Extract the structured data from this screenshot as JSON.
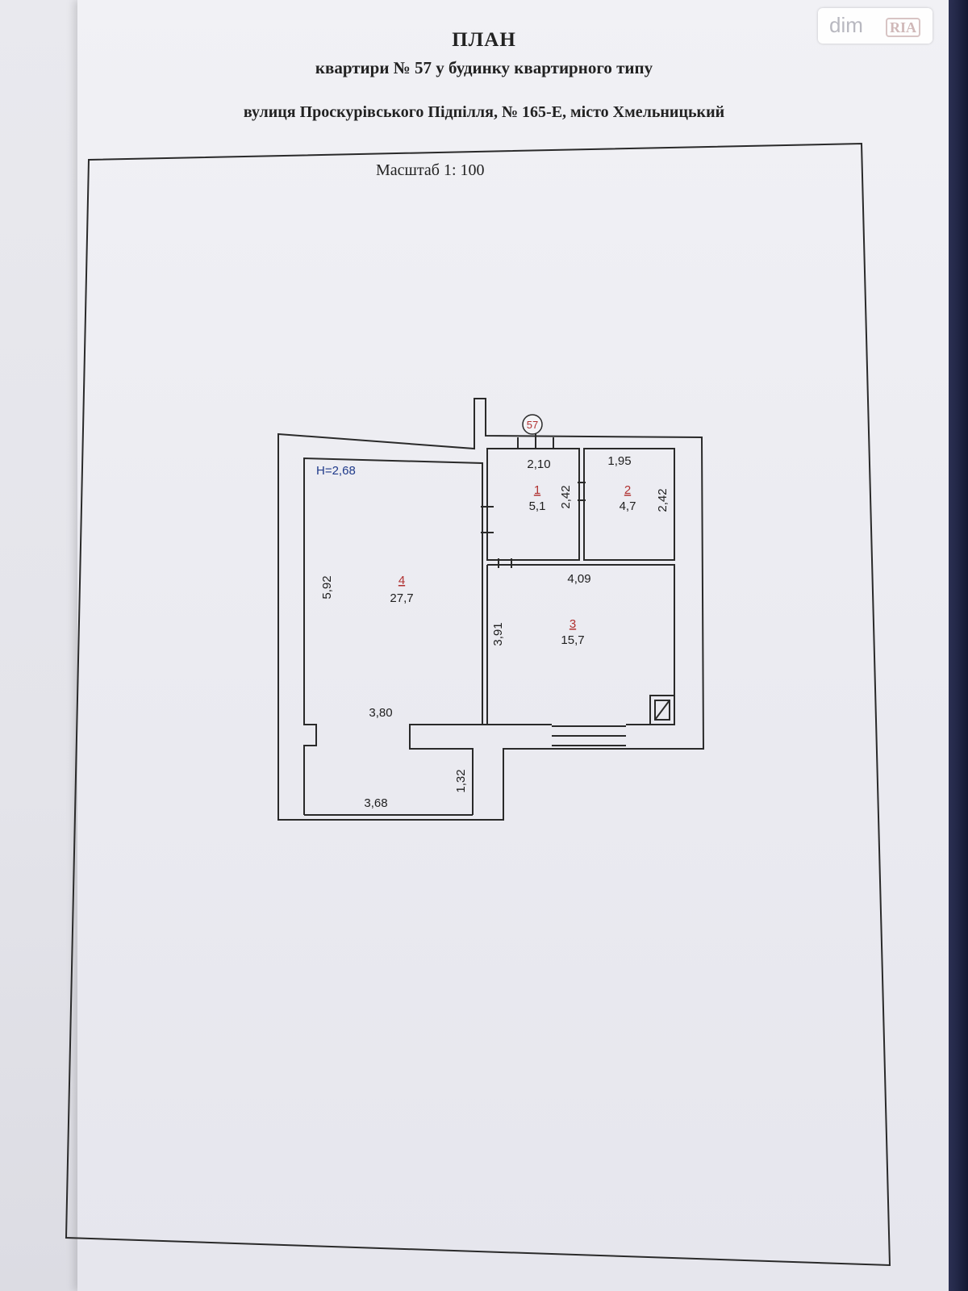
{
  "header": {
    "title": "ПЛАН",
    "subtitle": "квартири  № 57 у будинку квартирного типу",
    "address": "вулиця  Проскурівського Підпілля, № 165-Е, місто Хмельницький"
  },
  "scale_label": "Масштаб 1: 100",
  "watermark": {
    "text_dim": "dim",
    "text_ria": "RIA"
  },
  "plan": {
    "apartment_no": "57",
    "ceiling_height": "H=2,68",
    "rooms": [
      {
        "number": "1",
        "area": "5,1"
      },
      {
        "number": "2",
        "area": "4,7"
      },
      {
        "number": "3",
        "area": "15,7"
      },
      {
        "number": "4",
        "area": "27,7"
      }
    ],
    "dimensions": {
      "room1_width": "2,10",
      "room1_height": "2,42",
      "room2_width": "1,95",
      "room2_height": "2,42",
      "room3_width": "4,09",
      "room3_height": "3,91",
      "room4_height": "5,92",
      "room4_width": "3,80",
      "balcony_width": "3,68",
      "balcony_depth": "1,32"
    }
  },
  "colors": {
    "room_number": "#b03030",
    "ceiling_text": "#1f3a8a",
    "line": "#2a2a2a"
  }
}
